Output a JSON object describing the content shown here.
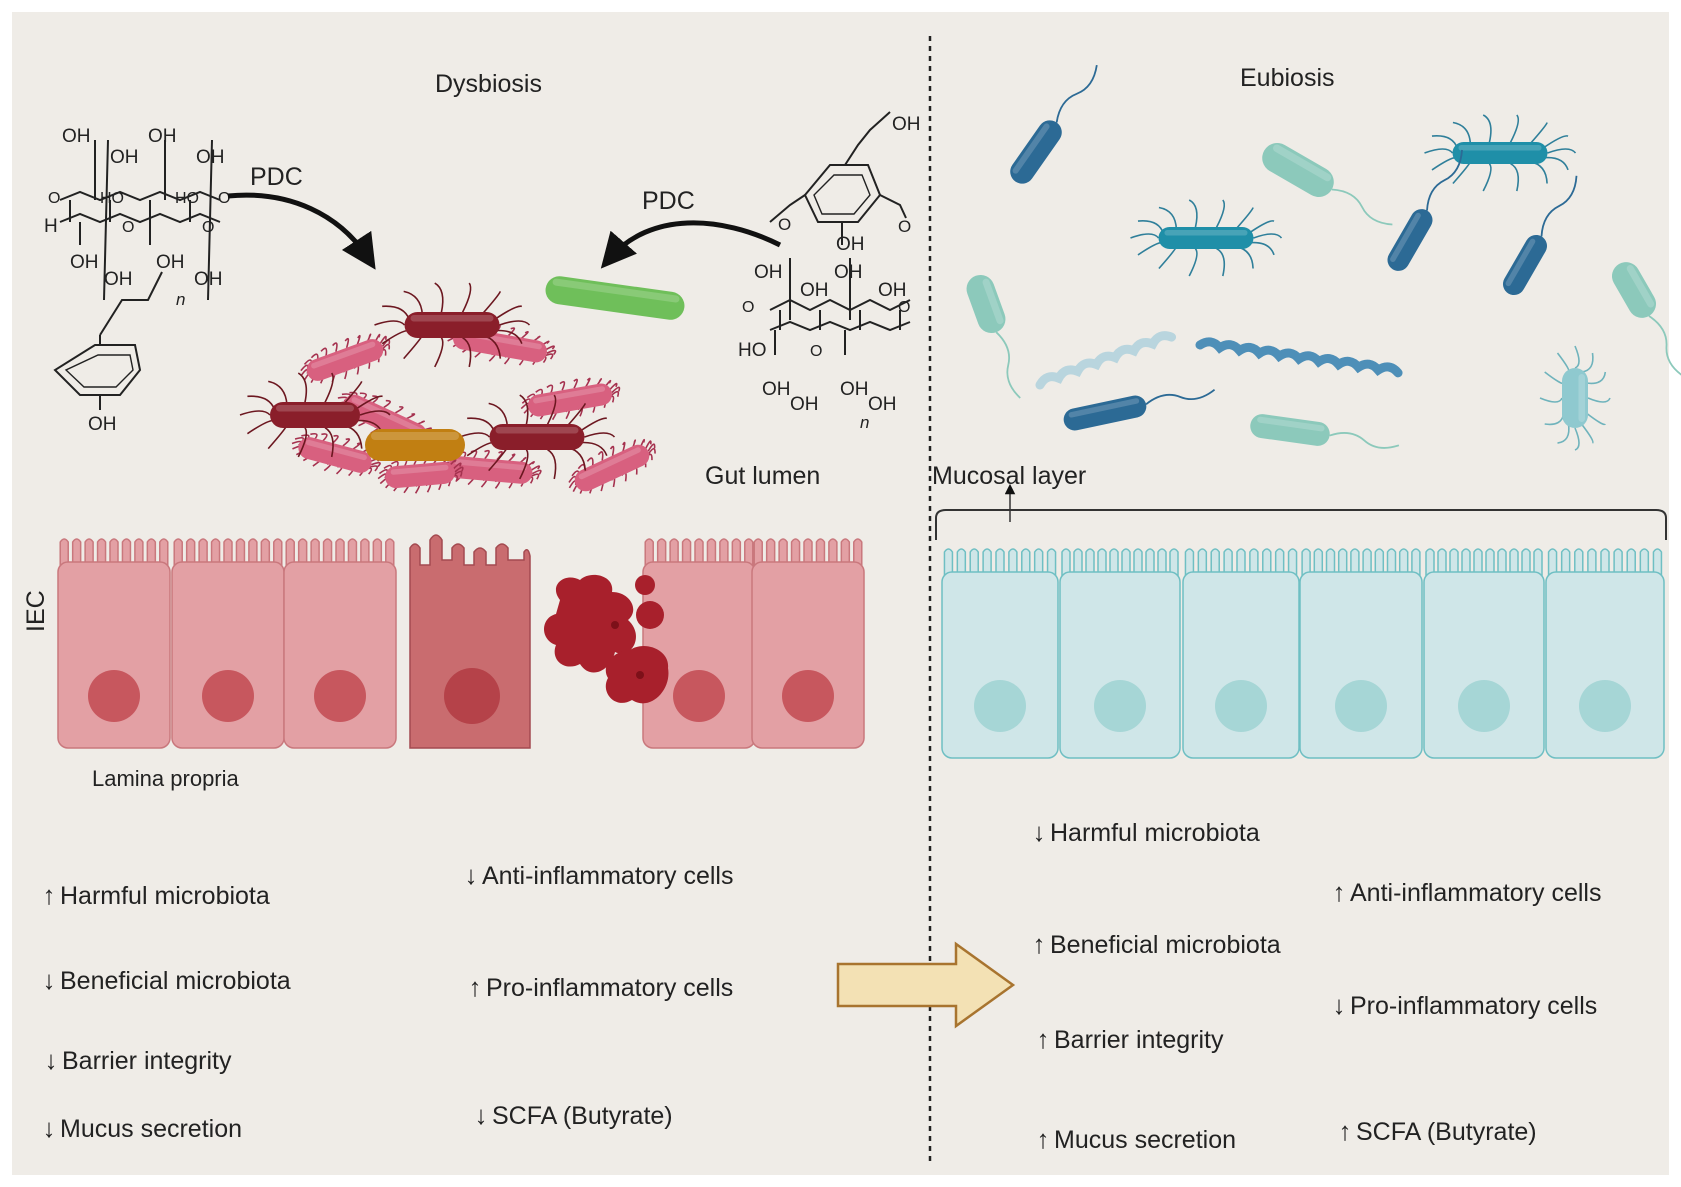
{
  "titles": {
    "left": "Dysbiosis",
    "right": "Eubiosis"
  },
  "labels": {
    "pdc_left": "PDC",
    "pdc_right": "PDC",
    "gut_lumen": "Gut lumen",
    "mucosal_layer": "Mucosal layer",
    "iec": "IEC",
    "lamina_propria": "Lamina propria"
  },
  "chem_labels": {
    "oh": "OH",
    "ho": "HO",
    "h": "H",
    "n": "n",
    "o": "O"
  },
  "left_effects_col1": [
    {
      "arrow": "↑",
      "text": "Harmful microbiota"
    },
    {
      "arrow": "↓",
      "text": "Beneficial microbiota"
    },
    {
      "arrow": "↓",
      "text": "Barrier integrity"
    },
    {
      "arrow": "↓",
      "text": "Mucus secretion"
    }
  ],
  "left_effects_col2": [
    {
      "arrow": "↓",
      "text": "Anti-inflammatory cells"
    },
    {
      "arrow": "↑",
      "text": "Pro-inflammatory cells"
    },
    {
      "arrow": "↓",
      "text": "SCFA (Butyrate)"
    }
  ],
  "right_effects_col1": [
    {
      "arrow": "↓",
      "text": "Harmful microbiota"
    },
    {
      "arrow": "↑",
      "text": "Beneficial microbiota"
    },
    {
      "arrow": "↑",
      "text": "Barrier integrity"
    },
    {
      "arrow": "↑",
      "text": "Mucus secretion"
    }
  ],
  "right_effects_col2": [
    {
      "arrow": "↑",
      "text": "Anti-inflammatory cells"
    },
    {
      "arrow": "↓",
      "text": "Pro-inflammatory cells"
    },
    {
      "arrow": "↑",
      "text": "SCFA (Butyrate)"
    }
  ],
  "colors": {
    "background": "#efece7",
    "dysbiosis_cell": "#e3a0a4",
    "dysbiosis_cell_damaged": "#c96c6f",
    "eubiosis_cell": "#cfe6e8",
    "eubiosis_cell_border": "#6fbfc3",
    "harmful_bacteria": "#8a1e2a",
    "pink_bacteria": "#d8607f",
    "transition_arrow_fill": "#f3e1b4",
    "transition_arrow_stroke": "#a8742f"
  }
}
